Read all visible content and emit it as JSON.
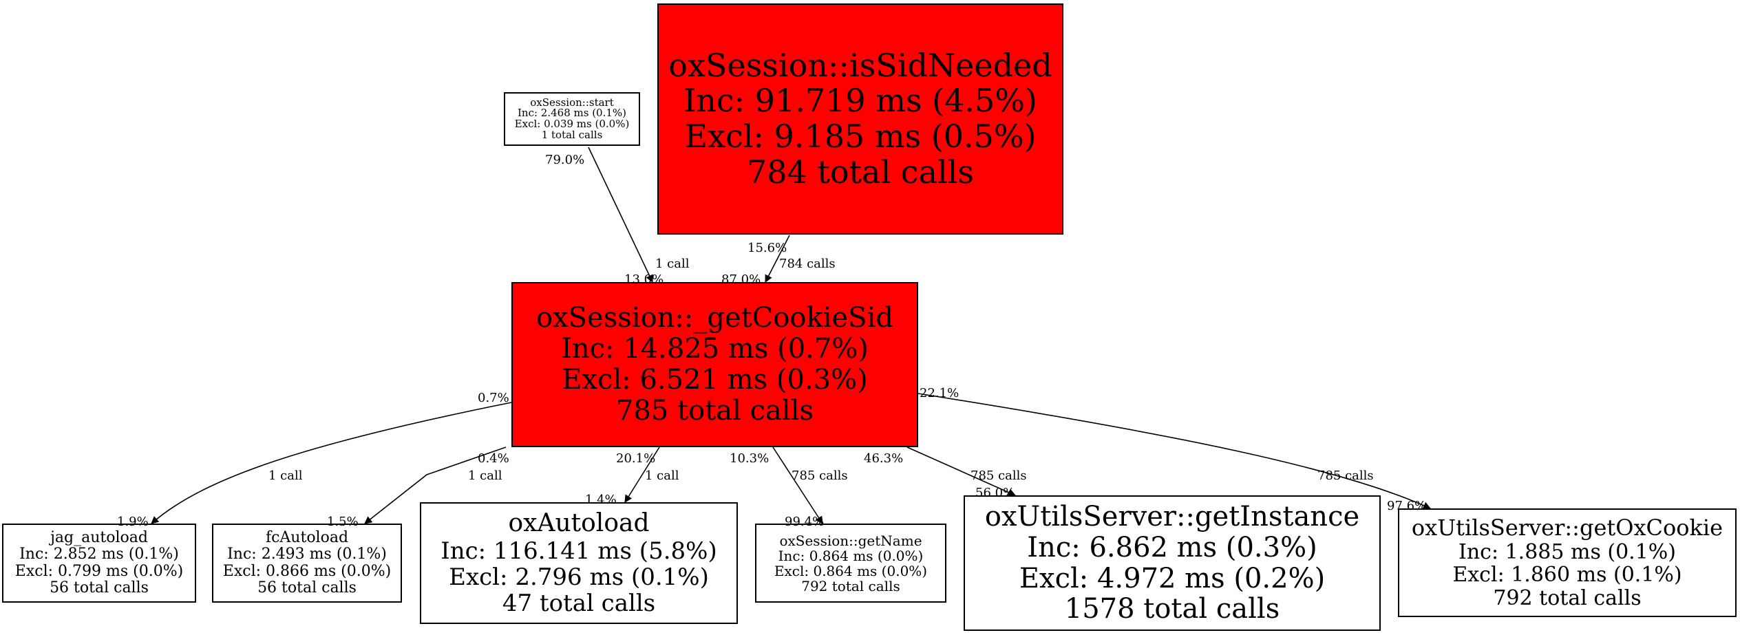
{
  "nodes": {
    "start": {
      "lines": [
        "oxSession::start",
        "Inc: 2.468 ms (0.1%)",
        "Excl: 0.039 ms (0.0%)",
        "1 total calls"
      ],
      "fill": "#ffffff"
    },
    "issid": {
      "lines": [
        "oxSession::isSidNeeded",
        "Inc: 91.719 ms (4.5%)",
        "Excl: 9.185 ms (0.5%)",
        "784 total calls"
      ],
      "fill": "#ff0000"
    },
    "cookie": {
      "lines": [
        "oxSession::_getCookieSid",
        "Inc: 14.825 ms (0.7%)",
        "Excl: 6.521 ms (0.3%)",
        "785 total calls"
      ],
      "fill": "#ff0000"
    },
    "jag": {
      "lines": [
        "jag_autoload",
        "Inc: 2.852 ms (0.1%)",
        "Excl: 0.799 ms (0.0%)",
        "56 total calls"
      ],
      "fill": "#ffffff"
    },
    "fc": {
      "lines": [
        "fcAutoload",
        "Inc: 2.493 ms (0.1%)",
        "Excl: 0.866 ms (0.0%)",
        "56 total calls"
      ],
      "fill": "#ffffff"
    },
    "oxauto": {
      "lines": [
        "oxAutoload",
        "Inc: 116.141 ms (5.8%)",
        "Excl: 2.796 ms (0.1%)",
        "47 total calls"
      ],
      "fill": "#ffffff"
    },
    "getname": {
      "lines": [
        "oxSession::getName",
        "Inc: 0.864 ms (0.0%)",
        "Excl: 0.864 ms (0.0%)",
        "792 total calls"
      ],
      "fill": "#ffffff"
    },
    "getinstance": {
      "lines": [
        "oxUtilsServer::getInstance",
        "Inc: 6.862 ms (0.3%)",
        "Excl: 4.972 ms (0.2%)",
        "1578 total calls"
      ],
      "fill": "#ffffff"
    },
    "getoxcookie": {
      "lines": [
        "oxUtilsServer::getOxCookie",
        "Inc: 1.885 ms (0.1%)",
        "Excl: 1.860 ms (0.1%)",
        "792 total calls"
      ],
      "fill": "#ffffff"
    }
  },
  "edges": [
    {
      "id": "start-cookie",
      "from": "start",
      "to": "cookie",
      "tail": "79.0%",
      "head": "13.0%",
      "label": "1 call"
    },
    {
      "id": "issid-cookie",
      "from": "issid",
      "to": "cookie",
      "tail": "15.6%",
      "head": "87.0%",
      "label": "784 calls"
    },
    {
      "id": "cookie-jag",
      "from": "cookie",
      "to": "jag",
      "tail": "0.7%",
      "head": "1.9%",
      "label": "1 call"
    },
    {
      "id": "cookie-fc",
      "from": "cookie",
      "to": "fc",
      "tail": "0.4%",
      "head": "1.5%",
      "label": "1 call"
    },
    {
      "id": "cookie-oxauto",
      "from": "cookie",
      "to": "oxauto",
      "tail": "20.1%",
      "head": "1.4%",
      "label": "1 call"
    },
    {
      "id": "cookie-getname",
      "from": "cookie",
      "to": "getname",
      "tail": "10.3%",
      "head": "99.4%",
      "label": "785 calls"
    },
    {
      "id": "cookie-getinstance",
      "from": "cookie",
      "to": "getinstance",
      "tail": "46.3%",
      "head": "56.0%",
      "label": "785 calls"
    },
    {
      "id": "cookie-getoxcookie",
      "from": "cookie",
      "to": "getoxcookie",
      "tail": "22.1%",
      "head": "97.6%",
      "label": "785 calls"
    }
  ]
}
